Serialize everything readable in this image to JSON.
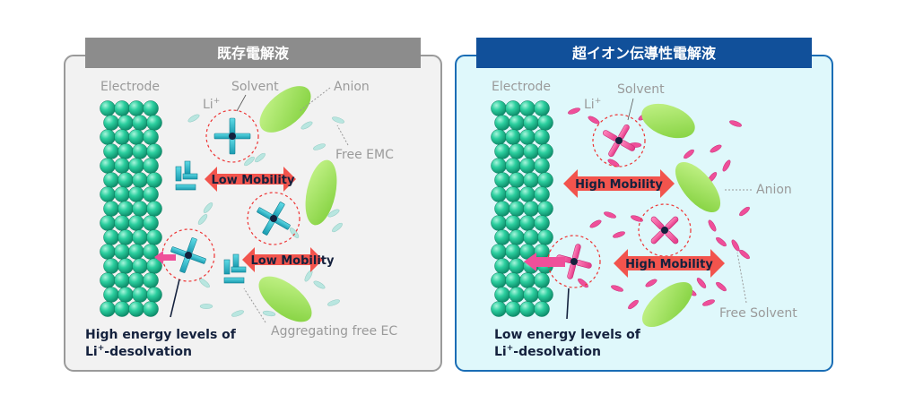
{
  "left_panel": {
    "title": "既存電解液",
    "electrode": "Electrode",
    "li": "Li",
    "li_sup": "+",
    "solvent": "Solvent",
    "anion": "Anion",
    "free_emc": "Free EMC",
    "mobility_1": "Low Mobility",
    "mobility_2": "Low Mobility",
    "aggregating": "Aggregating free EC",
    "desolvation_line1": "High energy levels of",
    "desolvation_line2_a": "Li",
    "desolvation_line2_sup": "+",
    "desolvation_line2_b": "-desolvation",
    "colors": {
      "frame": "#9a9a9a",
      "bg": "#f2f2f2",
      "title_bg": "#8c8c8c"
    }
  },
  "right_panel": {
    "title": "超イオン伝導性電解液",
    "electrode": "Electrode",
    "li": "Li",
    "li_sup": "+",
    "solvent": "Solvent",
    "anion": "Anion",
    "free_solvent": "Free Solvent",
    "mobility_1": "High Mobility",
    "mobility_2": "High Mobility",
    "desolvation_line1": "Low energy levels of",
    "desolvation_line2_a": "Li",
    "desolvation_line2_sup": "+",
    "desolvation_line2_b": "-desolvation",
    "colors": {
      "frame": "#1a6db5",
      "bg": "#dff8fb",
      "title_bg": "#11509a"
    }
  },
  "colors": {
    "electrode_ball": "#22c39a",
    "solvent_left": "#2bbfcf",
    "solvent_right": "#ef4f9a",
    "anion": "#9ee25a",
    "arrow": "#f2544d",
    "li_center": "#14213d"
  }
}
